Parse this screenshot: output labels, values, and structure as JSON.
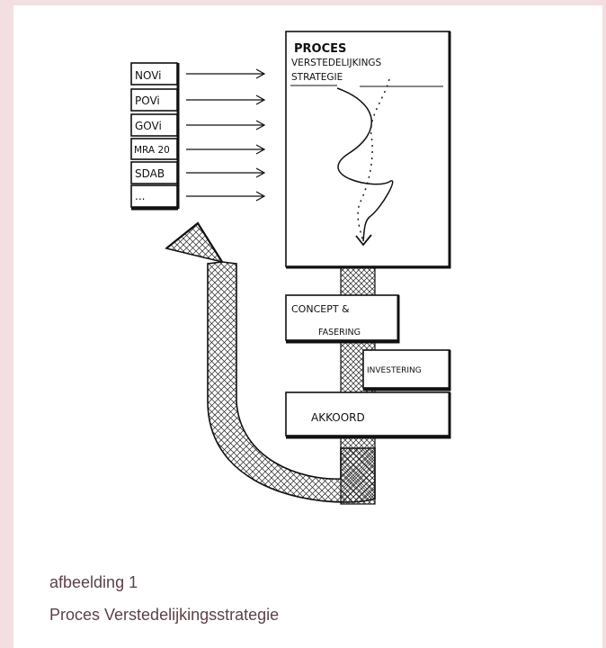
{
  "diagram": {
    "inputs": [
      "NOVi",
      "POVi",
      "GOVi",
      "MRA 20",
      "SDAB",
      "..."
    ],
    "process_box": {
      "title": "PROCES",
      "line2": "VERSTEDELIJKINGS",
      "line3": "STRATEGIE"
    },
    "stages": {
      "concept_line1": "CONCEPT &",
      "concept_line2": "FASERING",
      "investering": "INVESTERING",
      "akkoord": "AKKOORD"
    }
  },
  "caption": {
    "label": "afbeelding 1",
    "title": "Proces Verstedelijkingsstrategie"
  }
}
